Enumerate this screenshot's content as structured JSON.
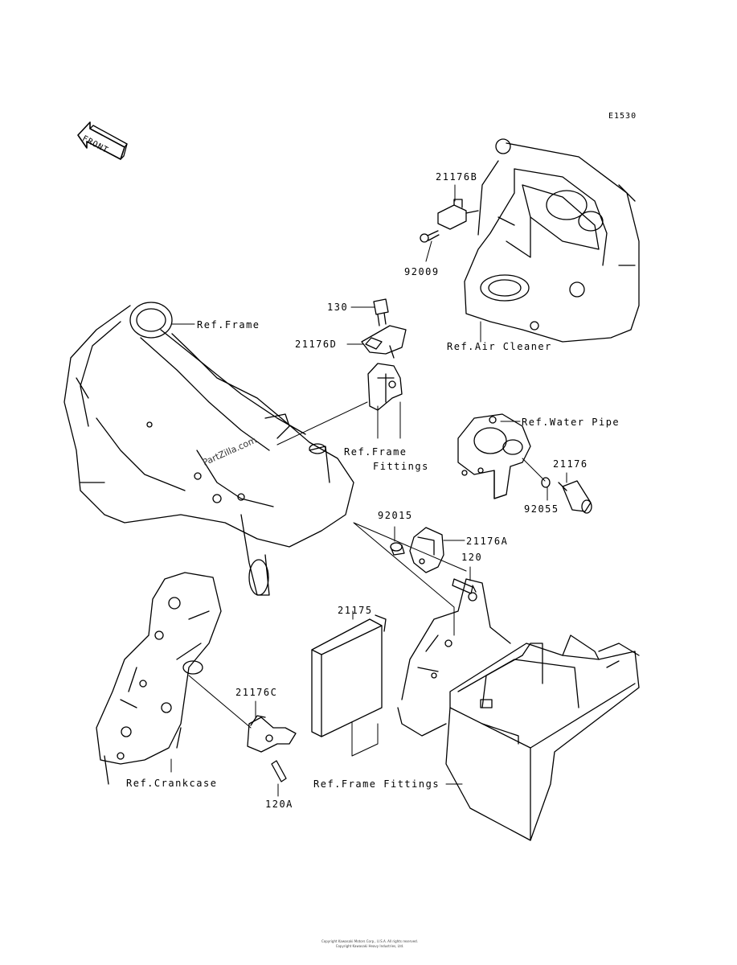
{
  "diagram_code": "E1530",
  "front_arrow_label": "FRONT",
  "watermark": "PartZilla.com",
  "footer_lines": [
    "Copyright Kawasaki Motors Corp., U.S.A. All rights reserved.",
    "Copyright Kawasaki Heavy Industries, Ltd."
  ],
  "labels": {
    "p21176B": "21176B",
    "p92009": "92009",
    "p130": "130",
    "p21176D": "21176D",
    "ref_frame": "Ref.Frame",
    "ref_air_cleaner": "Ref.Air Cleaner",
    "ref_frame_fittings_1": "Ref.Frame",
    "ref_frame_fittings_2": "Fittings",
    "ref_water_pipe": "Ref.Water Pipe",
    "p21176": "21176",
    "p92055": "92055",
    "p92015": "92015",
    "p21176A": "21176A",
    "p120": "120",
    "p21175": "21175",
    "p21176C": "21176C",
    "ref_crankcase": "Ref.Crankcase",
    "p120A": "120A",
    "ref_frame_fittings_bottom": "Ref.Frame Fittings"
  }
}
